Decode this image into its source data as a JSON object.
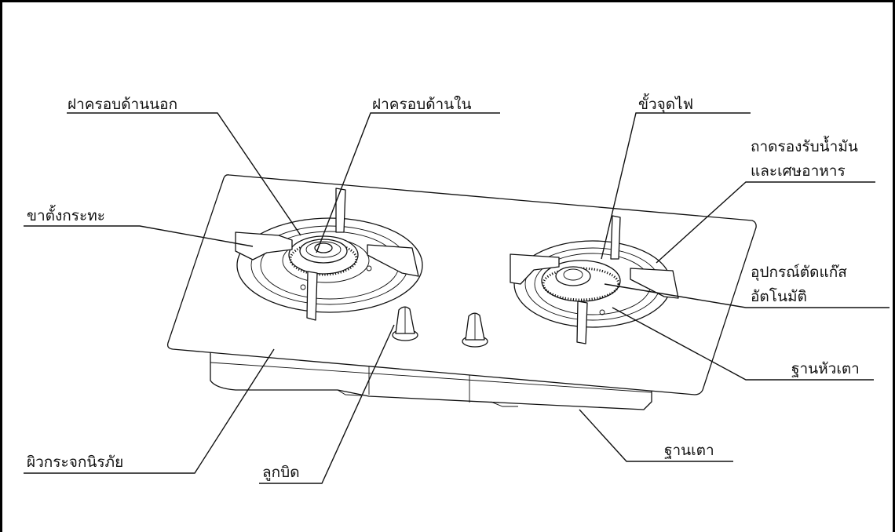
{
  "labels": {
    "outer_cap": "ฝาครอบด้านนอก",
    "inner_cap": "ฝาครอบด้านใน",
    "igniter": "ขั้วจุดไฟ",
    "drip_tray_line1": "ถาดรองรับน้ำมัน",
    "drip_tray_line2": "และเศษอาหาร",
    "pan_support": "ขาตั้งกระทะ",
    "flame_failure_line1": "อุปกรณ์ตัดแก๊ส",
    "flame_failure_line2": "อัตโนมัติ",
    "burner_base": "ฐานหัวเตา",
    "stove_base": "ฐานเตา",
    "glass_surface": "ผิวกระจกนิรภัย",
    "knob": "ลูกบิด"
  },
  "colors": {
    "line": "#111111",
    "background": "#ffffff",
    "border": "#000000"
  }
}
